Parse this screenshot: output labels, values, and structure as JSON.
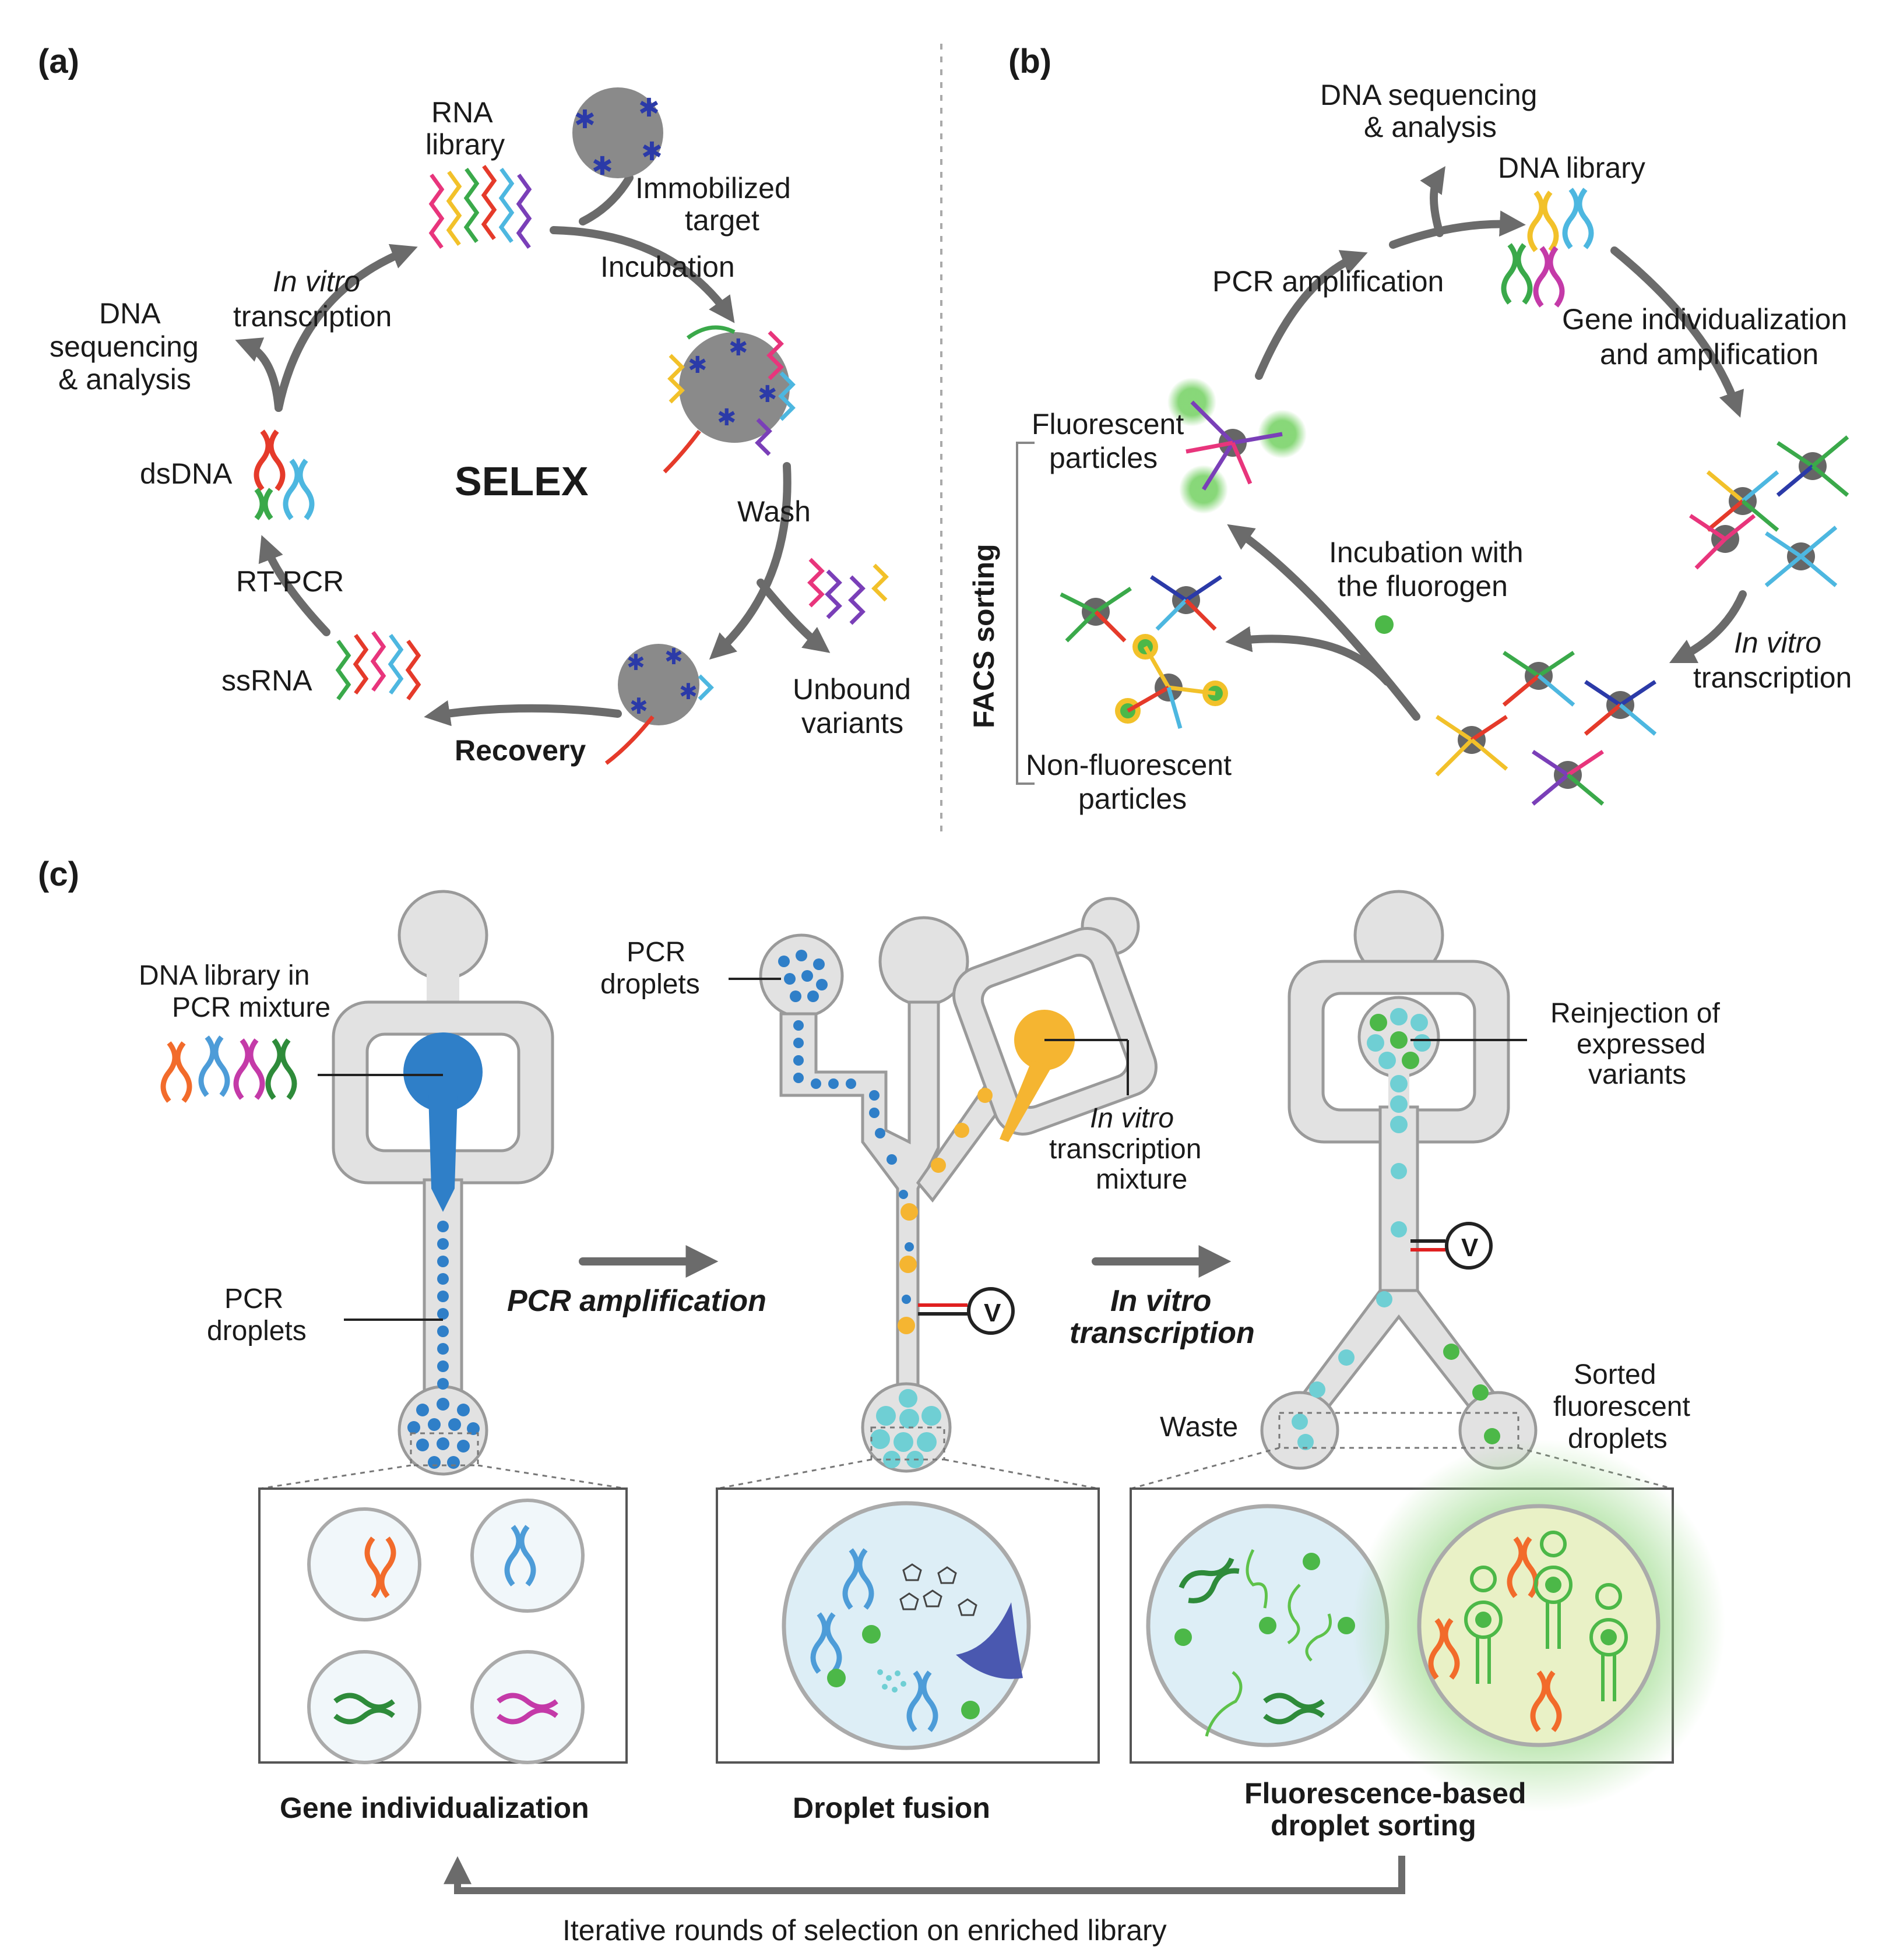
{
  "panels": {
    "a": "(a)",
    "b": "(b)",
    "c": "(c)"
  },
  "a": {
    "center": "SELEX",
    "rna_library": [
      "RNA",
      "library"
    ],
    "immobilized_target": [
      "Immobilized",
      "target"
    ],
    "incubation": "Incubation",
    "wash": "Wash",
    "unbound_variants": [
      "Unbound",
      "variants"
    ],
    "recovery": "Recovery",
    "ssrna": "ssRNA",
    "rt_pcr": "RT-PCR",
    "dsdna": "dsDNA",
    "dna_seq": [
      "DNA",
      "sequencing",
      "& analysis"
    ],
    "in_vitro_transcription": [
      "In vitro",
      "transcription"
    ]
  },
  "b": {
    "dna_seq": [
      "DNA sequencing",
      "& analysis"
    ],
    "dna_library": "DNA library",
    "pcr_amplification": "PCR amplification",
    "gene_indiv": [
      "Gene individualization",
      "and amplification"
    ],
    "in_vitro": [
      "In vitro",
      "transcription"
    ],
    "incubation_fluorogen": [
      "Incubation with",
      "the fluorogen"
    ],
    "fluorescent_particles": [
      "Fluorescent",
      "particles"
    ],
    "non_fluorescent_particles": [
      "Non-fluorescent",
      "particles"
    ],
    "facs_sorting": "FACS sorting"
  },
  "c": {
    "dna_library_pcr": [
      "DNA library in",
      "PCR mixture"
    ],
    "pcr_droplets_1": [
      "PCR",
      "droplets"
    ],
    "pcr_droplets_2": [
      "PCR",
      "droplets"
    ],
    "pcr_amplification": "PCR amplification",
    "in_vitro_mixture": [
      "In vitro",
      "transcription",
      "mixture"
    ],
    "in_vitro_transcription": [
      "In vitro",
      "transcription"
    ],
    "reinjection": [
      "Reinjection of",
      "expressed",
      "variants"
    ],
    "waste": "Waste",
    "sorted": [
      "Sorted",
      "fluorescent",
      "droplets"
    ],
    "voltage": "V",
    "gene_indiv": "Gene individualization",
    "droplet_fusion": "Droplet fusion",
    "fluor_sorting": [
      "Fluorescence-based",
      "droplet sorting"
    ],
    "iterative": "Iterative rounds of selection on enriched library"
  },
  "colors": {
    "blue": "#2f7fc8",
    "orange": "#f5b531",
    "cyan": "#6fcfd4",
    "green": "#4cb848",
    "arrow": "#6b6b6b",
    "chip": "#e2e2e2"
  }
}
